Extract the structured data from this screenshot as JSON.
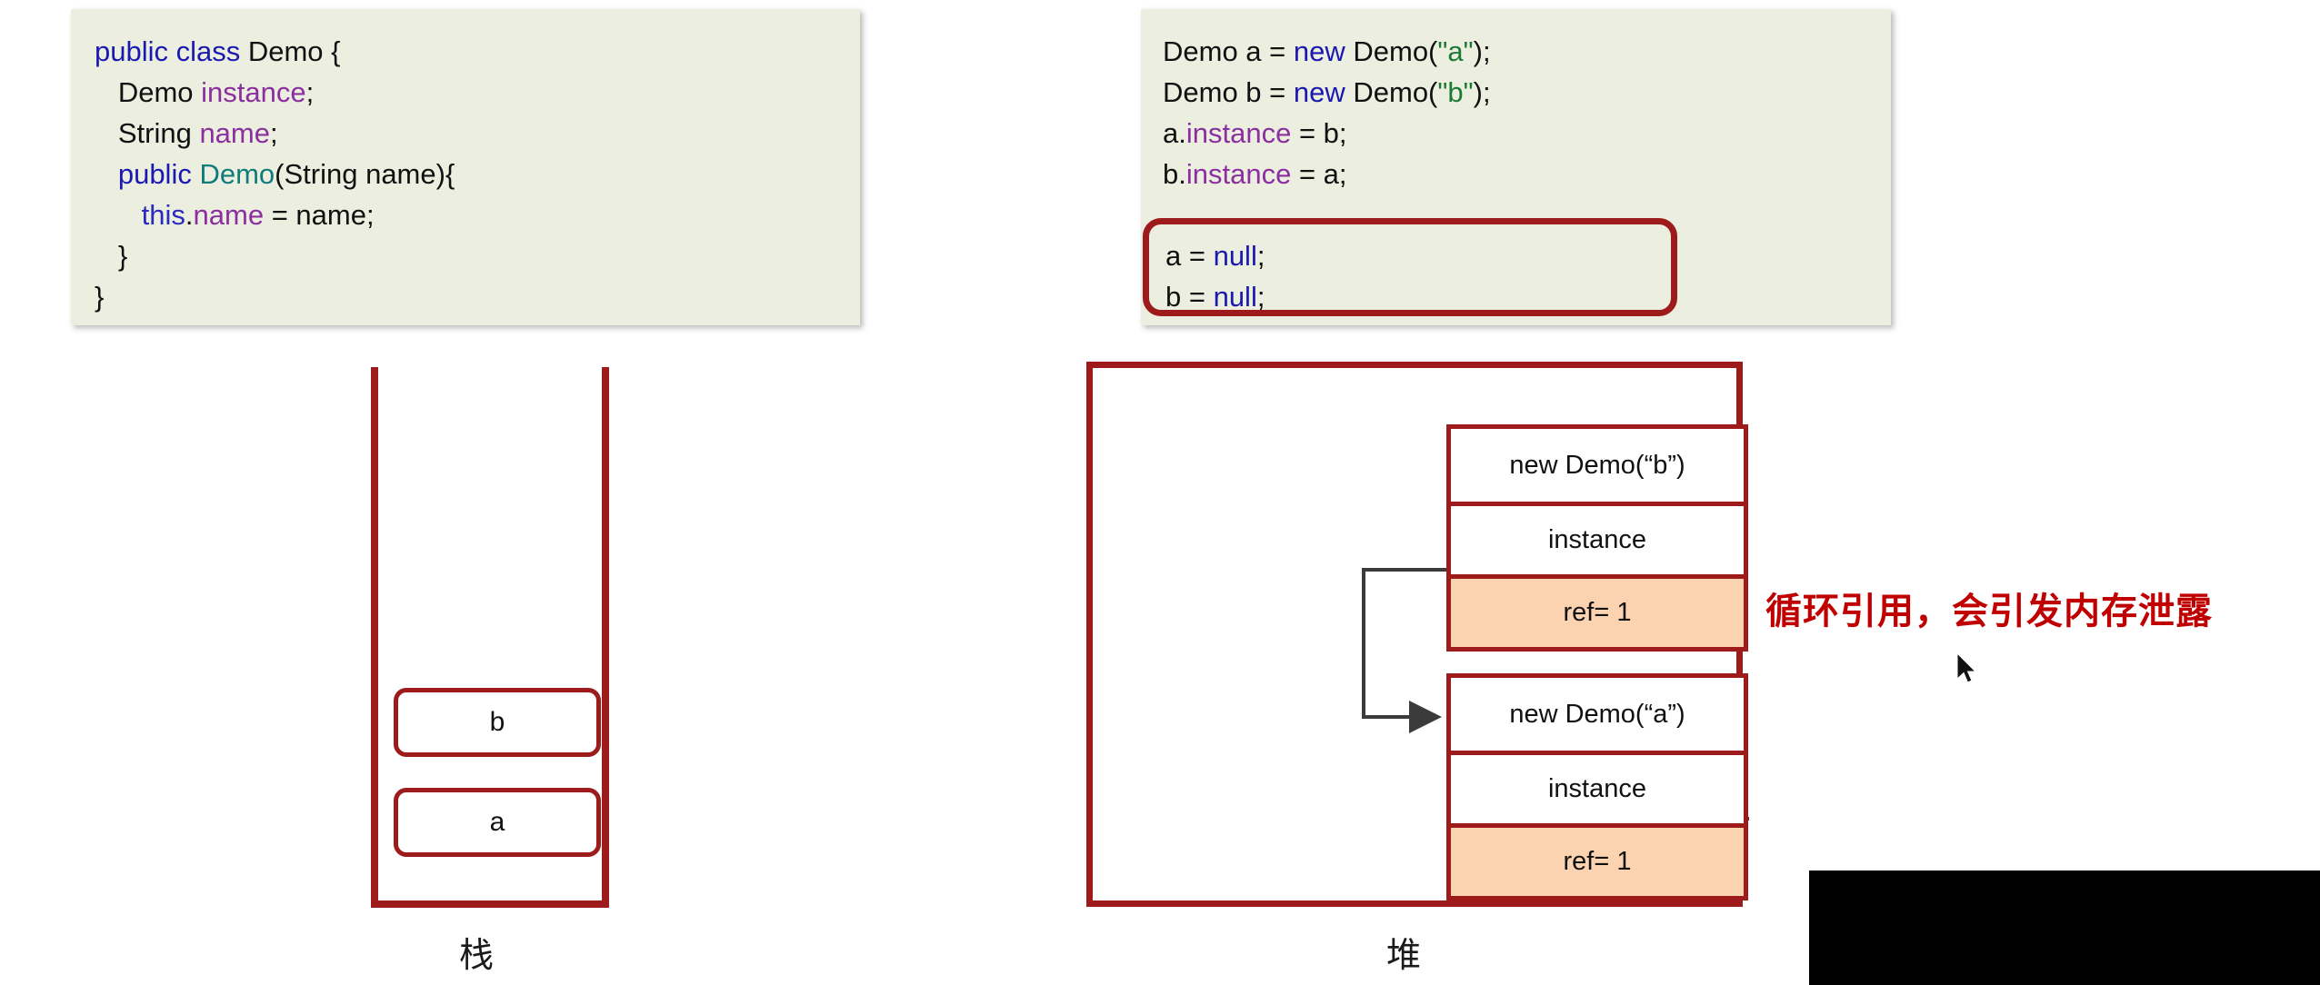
{
  "code_left": {
    "name": "demo-class-definition",
    "lines": [
      [
        {
          "t": "public class ",
          "c": "kw"
        },
        {
          "t": "Demo {",
          "c": ""
        }
      ],
      [
        {
          "t": "   Demo ",
          "c": ""
        },
        {
          "t": "instance",
          "c": "fld"
        },
        {
          "t": ";",
          "c": ""
        }
      ],
      [
        {
          "t": "   String ",
          "c": ""
        },
        {
          "t": "name",
          "c": "fld"
        },
        {
          "t": ";",
          "c": ""
        }
      ],
      [
        {
          "t": "   public ",
          "c": "kw"
        },
        {
          "t": "Demo",
          "c": "typ"
        },
        {
          "t": "(String name){",
          "c": ""
        }
      ],
      [
        {
          "t": "      this",
          "c": "th"
        },
        {
          "t": ".",
          "c": ""
        },
        {
          "t": "name",
          "c": "fld"
        },
        {
          "t": " = name;",
          "c": ""
        }
      ],
      [
        {
          "t": "   }",
          "c": ""
        }
      ],
      [
        {
          "t": "}",
          "c": ""
        }
      ]
    ]
  },
  "code_right": {
    "name": "demo-usage-snippet",
    "lines": [
      [
        {
          "t": "Demo a = ",
          "c": ""
        },
        {
          "t": "new",
          "c": "kw"
        },
        {
          "t": " Demo(",
          "c": ""
        },
        {
          "t": "\"a\"",
          "c": "str"
        },
        {
          "t": ");",
          "c": ""
        }
      ],
      [
        {
          "t": "Demo b = ",
          "c": ""
        },
        {
          "t": "new",
          "c": "kw"
        },
        {
          "t": " Demo(",
          "c": ""
        },
        {
          "t": "\"b\"",
          "c": "str"
        },
        {
          "t": ");",
          "c": ""
        }
      ],
      [
        {
          "t": "a.",
          "c": ""
        },
        {
          "t": "instance",
          "c": "fld"
        },
        {
          "t": " = b;",
          "c": ""
        }
      ],
      [
        {
          "t": "b.",
          "c": ""
        },
        {
          "t": "instance",
          "c": "fld"
        },
        {
          "t": " = a;",
          "c": ""
        }
      ]
    ]
  },
  "null_highlight": {
    "name": "null-assignment-highlight",
    "border_color": "#9e1b1b",
    "lines": [
      [
        {
          "t": "a = ",
          "c": ""
        },
        {
          "t": "null",
          "c": "kw"
        },
        {
          "t": ";",
          "c": ""
        }
      ],
      [
        {
          "t": "b = ",
          "c": ""
        },
        {
          "t": "null",
          "c": "kw"
        },
        {
          "t": ";",
          "c": ""
        }
      ]
    ]
  },
  "stack": {
    "label": "栈",
    "frames": [
      {
        "id": "b",
        "label": "b"
      },
      {
        "id": "a",
        "label": "a"
      }
    ]
  },
  "heap": {
    "label": "堆",
    "objects": [
      {
        "id": "b",
        "cells": [
          {
            "key": "header",
            "label": "new Demo(“b”)",
            "highlight": false
          },
          {
            "key": "instance",
            "label": "instance",
            "highlight": false
          },
          {
            "key": "ref",
            "label": "ref= 1",
            "highlight": true
          }
        ]
      },
      {
        "id": "a",
        "cells": [
          {
            "key": "header",
            "label": "new Demo(“a”)",
            "highlight": false
          },
          {
            "key": "instance",
            "label": "instance",
            "highlight": false
          },
          {
            "key": "ref",
            "label": "ref= 1",
            "highlight": true
          }
        ]
      }
    ]
  },
  "annotation": {
    "leak_note": "循环引用，会引发内存泄露",
    "color": "#c00000"
  },
  "colors": {
    "code_background": "#ecefe0",
    "box_border": "#9e1b1b",
    "ref_cell_fill": "#fbd3b0",
    "arrow": "#3b3b3b",
    "page_background": "#ffffff",
    "overlay": "#000000"
  }
}
